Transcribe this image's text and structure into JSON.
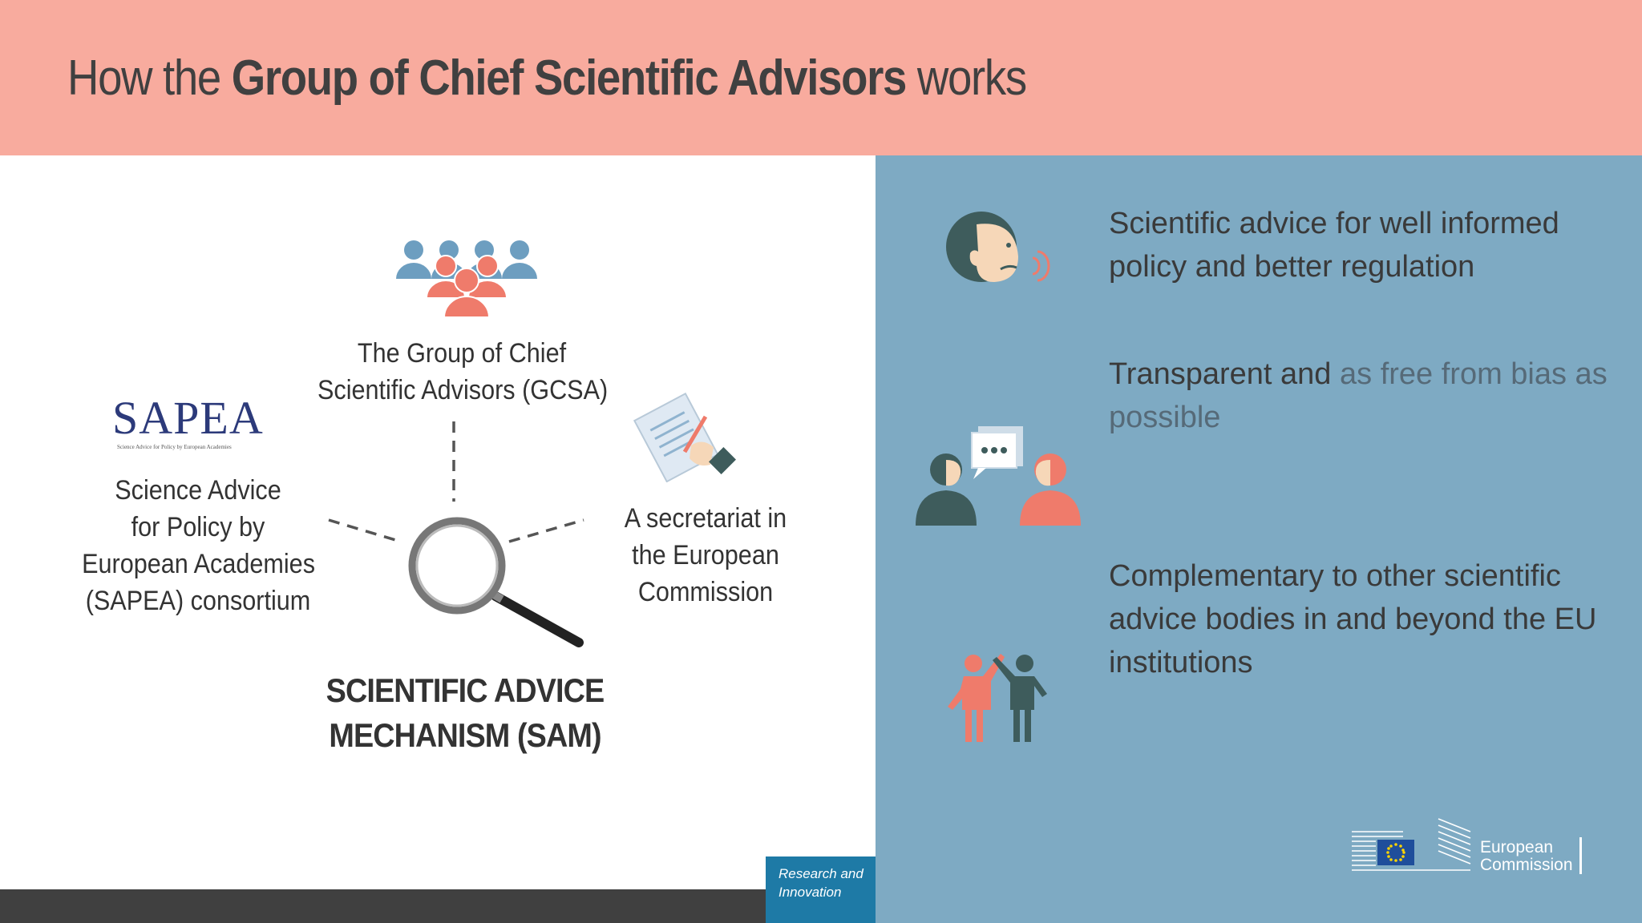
{
  "slide": {
    "title_prefix": "How the ",
    "title_bold": "Group of Chief Scientific Advisors",
    "title_suffix": " works"
  },
  "diagram": {
    "gcsa_lines": [
      "The Group of Chief",
      "Scientific Advisors (GCSA)"
    ],
    "sapea_logo_text": "SAPEA",
    "sapea_logo_subtitle": "Science Advice for Policy by European Academies",
    "sapea_lines": [
      "Science Advice",
      "for Policy by",
      "European Academies",
      "(SAPEA) consortium"
    ],
    "secretariat_lines": [
      "A secretariat in",
      "the European",
      "Commission"
    ],
    "sam_lines": [
      "SCIENTIFIC ADVICE",
      "MECHANISM (SAM)"
    ]
  },
  "points": [
    {
      "lines": [
        "Scientific advice for well informed",
        "policy and better regulation"
      ],
      "icon": "speaking-person-icon"
    },
    {
      "lines": [
        "Transparent and ",
        "as free from bias as",
        "possible"
      ],
      "icon": "conversation-icon"
    },
    {
      "lines": [
        "Complementary to other scientific",
        "advice bodies in and beyond the EU",
        "institutions"
      ],
      "icon": "high-five-icon"
    }
  ],
  "footer": {
    "badge_line1": "Research and",
    "badge_line2": "Innovation",
    "ec_line1": "European",
    "ec_line2": "Commission"
  },
  "colors": {
    "header": "#f8ab9e",
    "panel": "#7eaac3",
    "accent_red": "#ef7b6b",
    "accent_blue": "#6d9ec0",
    "dark_teal": "#3e5c5c",
    "badge": "#1e7aa6"
  }
}
